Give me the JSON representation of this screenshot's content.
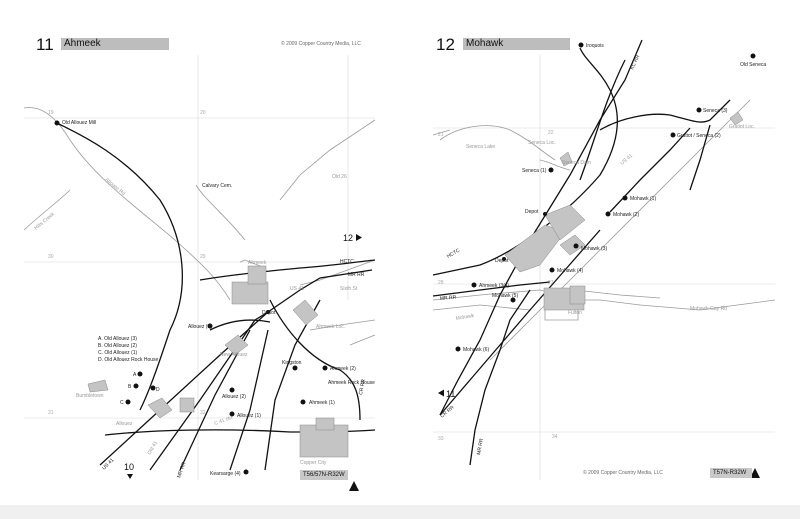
{
  "left_page": {
    "number": "11",
    "title": "Ahmeek",
    "copyright": "© 2009 Copper Country Media, LLC",
    "township": "T56/57N-R32W",
    "nav_next": "12",
    "nav_prev": "10",
    "legend": [
      "A. Old Allouez (3)",
      "B. Old Allouez (2)",
      "C. Old Allouez (1)",
      "D. Old Allouez Rock House"
    ],
    "sites": [
      "Old Allouez Mill",
      "Calvary Cem.",
      "Ahmeek",
      "Allouez (3)",
      "New Allouez",
      "Ahmeek Loc.",
      "Depot",
      "Kingston",
      "Ahmeek (2)",
      "Ahmeek Rock House",
      "Allouez (2)",
      "Allouez (1)",
      "Ahmeek (1)",
      "Bumbletown",
      "Allouez",
      "Copper City",
      "Kearsarge (4)",
      "A",
      "B",
      "C",
      "D"
    ],
    "roads": [
      "HCTC",
      "MR RR",
      "US 41",
      "Old 26",
      "Allouez Rd",
      "Hills Creek",
      "Sixth St",
      "Old 41",
      "C 41 ctrl",
      "CR RR",
      "MR RR",
      "US 41"
    ],
    "sections": [
      "19",
      "20",
      "30",
      "29",
      "31",
      "32"
    ]
  },
  "right_page": {
    "number": "12",
    "title": "Mohawk",
    "copyright": "© 2009 Copper Country Media, LLC",
    "township": "T57N-R32W",
    "nav_prev": "11",
    "sites": [
      "Iroquois",
      "Old Seneca",
      "Seneca (3)",
      "Gratiot Loc.",
      "Gratiot / Seneca (2)",
      "Seneca Loc.",
      "Seneca Lake",
      "Seneca (1)",
      "Seneca Dam",
      "Mohawk (1)",
      "Mohawk (2)",
      "Depot",
      "Mohawk (3)",
      "Depot",
      "Mohawk (4)",
      "Ahmeek (3/4)",
      "Mohawk (5)",
      "Fulton",
      "Mohawk (6)",
      "Mohawk Gay Rd"
    ],
    "roads": [
      "KC RR",
      "US 41",
      "HCTC",
      "MR RR",
      "Mohawk",
      "CR RR",
      "MR RR"
    ],
    "sections": [
      "21",
      "22",
      "28",
      "27",
      "33",
      "34"
    ]
  }
}
